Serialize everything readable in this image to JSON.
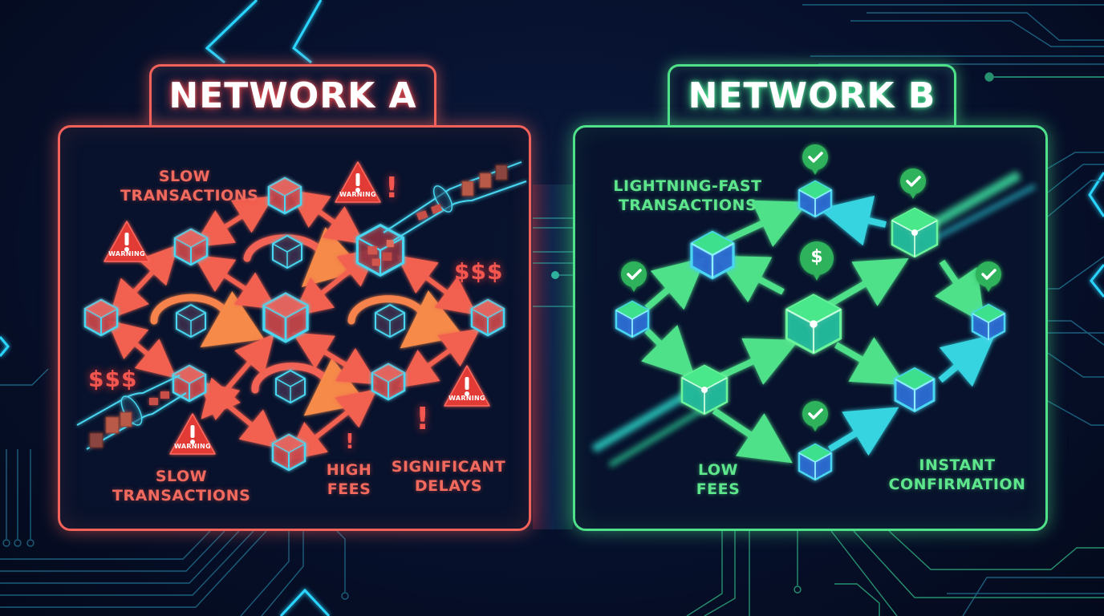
{
  "colors": {
    "background": "#071230",
    "network_a_accent": "#f2625a",
    "network_b_accent": "#4fe08a",
    "cube_edge": "#49d6f0",
    "warning_red": "#e23a36",
    "check_green": "#2fb35c"
  },
  "network_a": {
    "title": "NETWORK A",
    "labels": {
      "slow_tx_top": [
        "SLOW",
        "TRANSACTIONS"
      ],
      "slow_tx_bottom": [
        "SLOW",
        "TRANSACTIONS"
      ],
      "high_fees": [
        "HIGH",
        "FEES"
      ],
      "significant_delays": [
        "SIGNIFICANT",
        "DELAYS"
      ]
    },
    "money_symbols": [
      "$$$",
      "$$$"
    ],
    "warning_badges": [
      {
        "icon": "warning-triangle-icon",
        "text": "WARNING"
      },
      {
        "icon": "warning-triangle-icon",
        "text": "WARNING"
      },
      {
        "icon": "warning-triangle-icon",
        "text": "WARNING"
      },
      {
        "icon": "warning-triangle-icon",
        "text": "WARNING"
      }
    ],
    "exclamations": [
      "!",
      "!",
      "!"
    ]
  },
  "network_b": {
    "title": "NETWORK B",
    "labels": {
      "lightning_fast": [
        "LIGHTNING-FAST",
        "TRANSACTIONS"
      ],
      "low_fees": [
        "LOW",
        "FEES"
      ],
      "instant_confirmation": [
        "INSTANT",
        "CONFIRMATION"
      ]
    },
    "dollar_badge": "$",
    "check_badges": 5
  }
}
